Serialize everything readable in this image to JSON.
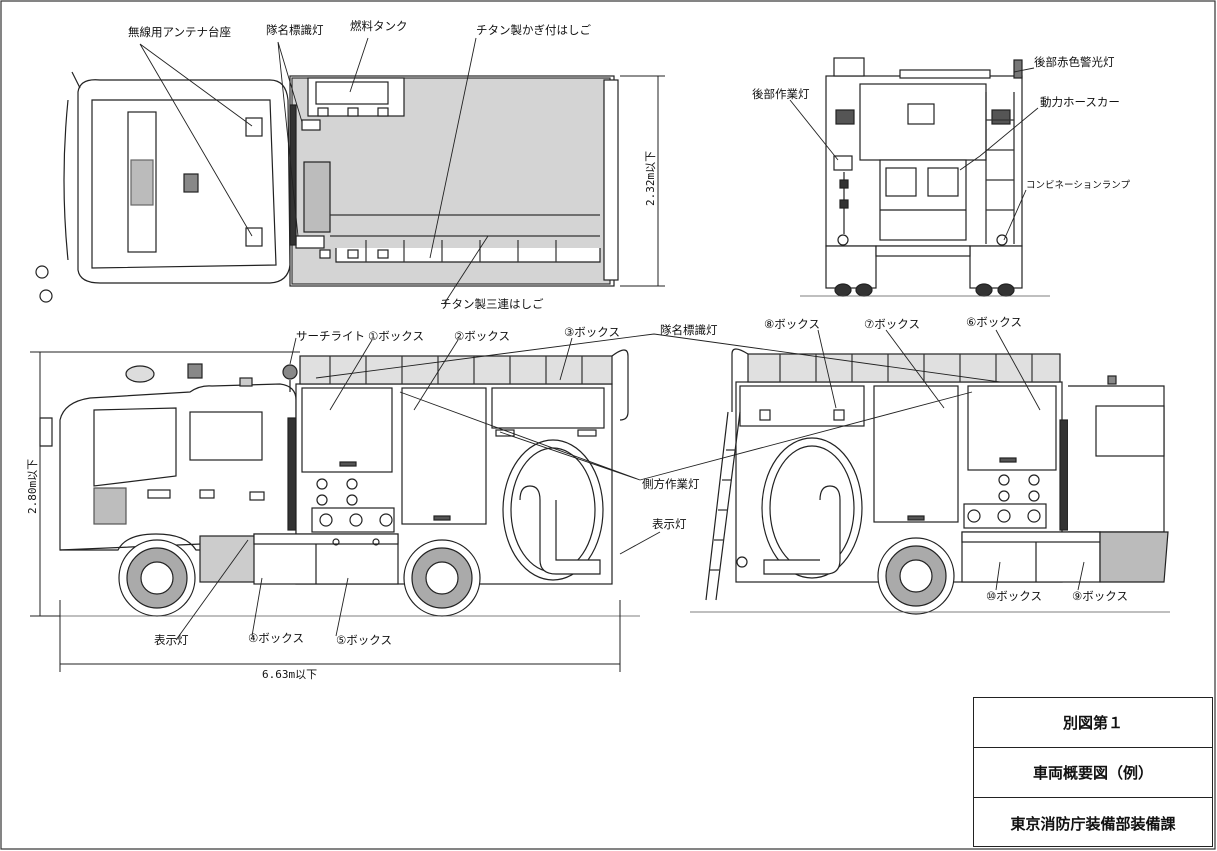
{
  "labels": {
    "antenna_mount": "無線用アンテナ台座",
    "unit_name_light_top": "隊名標識灯",
    "fuel_tank": "燃料タンク",
    "hook_ladder": "チタン製かぎ付はしご",
    "triple_ladder": "チタン製三連はしご",
    "rear_work_light": "後部作業灯",
    "rear_red_light": "後部赤色警光灯",
    "power_hose_car": "動力ホースカー",
    "combination_lamp": "コンビネーションランプ",
    "search_light": "サーチライト",
    "box1": "①ボックス",
    "box2": "②ボックス",
    "box3": "③ボックス",
    "unit_name_light_side": "隊名標識灯",
    "box8": "⑧ボックス",
    "box7": "⑦ボックス",
    "box6": "⑥ボックス",
    "side_work_light": "側方作業灯",
    "indicator_light_right": "表示灯",
    "indicator_light_left": "表示灯",
    "box4": "④ボックス",
    "box5": "⑤ボックス",
    "box10": "⑩ボックス",
    "box9": "⑨ボックス"
  },
  "dimensions": {
    "width": "2.32m以下",
    "height": "2.80m以下",
    "length": "6.63m以下"
  },
  "title_block": {
    "figure_no": "別図第１",
    "title": "車両概要図（例）",
    "department": "東京消防庁装備部装備課"
  }
}
